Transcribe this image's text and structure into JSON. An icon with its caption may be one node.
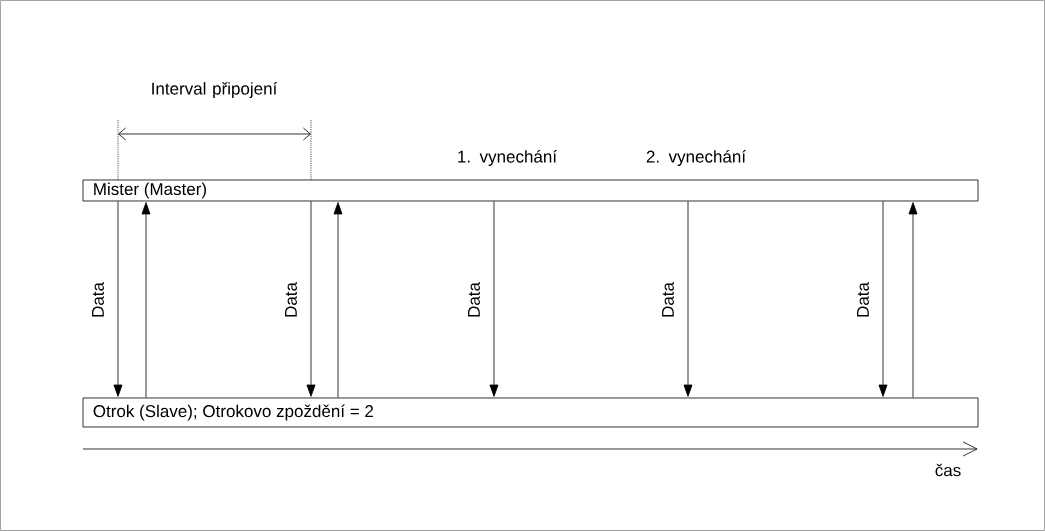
{
  "diagram": {
    "nodes": [
      {
        "text": [
          "Mister (Master)"
        ]
      },
      {
        "text": [
          "Otrok (Slave); Otrokovo zpoždění = 2"
        ]
      }
    ],
    "edges": [
      {
        "from": 0,
        "to": 1,
        "arrow": "to",
        "label": "Data"
      },
      {
        "from": 1,
        "to": 0,
        "arrow": "to"
      },
      {
        "from": 0,
        "to": 1,
        "arrow": "to",
        "label": "Data"
      },
      {
        "from": 1,
        "to": 0,
        "arrow": "to"
      },
      {
        "from": 0,
        "to": 1,
        "arrow": "to",
        "label": "Data"
      },
      {
        "from": 0,
        "to": 1,
        "arrow": "to",
        "label": "Data"
      },
      {
        "from": 0,
        "to": 1,
        "arrow": "to",
        "label": "Data"
      },
      {
        "from": 1,
        "to": 0,
        "arrow": "to"
      }
    ],
    "labels": [
      "Interval připojení",
      "1. vynechání",
      "2. vynechání",
      "čas"
    ]
  }
}
